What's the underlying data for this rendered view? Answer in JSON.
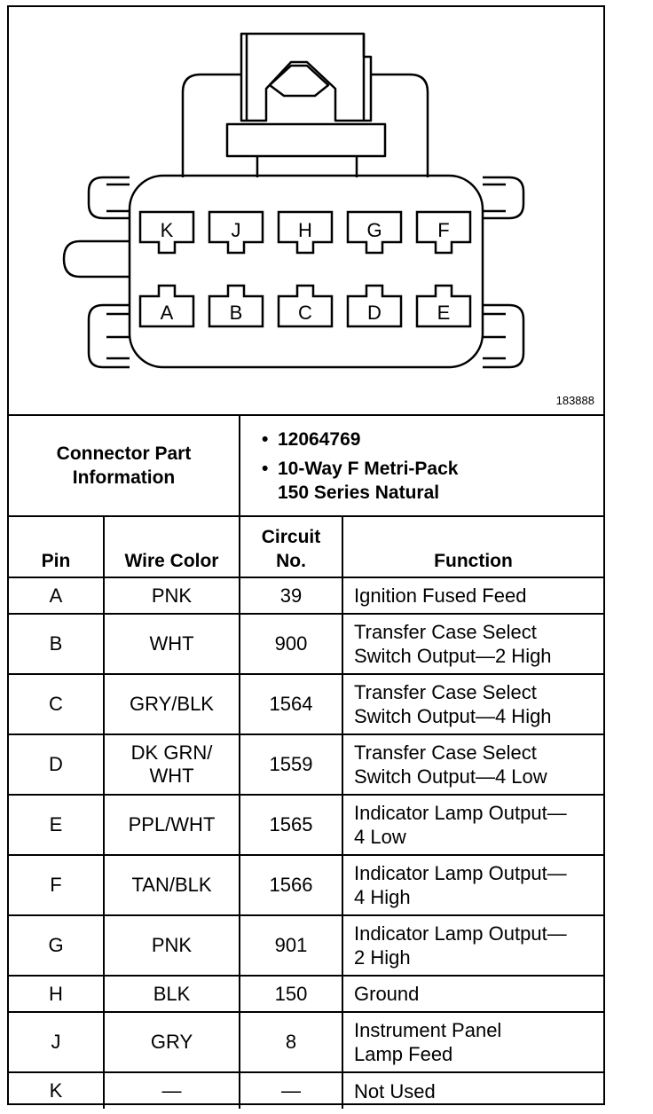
{
  "figure_id": "183888",
  "connector": {
    "top_row": [
      "K",
      "J",
      "H",
      "G",
      "F"
    ],
    "bottom_row": [
      "A",
      "B",
      "C",
      "D",
      "E"
    ]
  },
  "connector_info": {
    "label": "Connector Part Information",
    "part_number": "12064769",
    "description_line1": "10-Way F Metri-Pack",
    "description_line2": "150 Series Natural"
  },
  "headers": {
    "pin": "Pin",
    "wire_color": "Wire Color",
    "circuit_line1": "Circuit",
    "circuit_line2": "No.",
    "function": "Function"
  },
  "rows": [
    {
      "pin": "A",
      "wire_color": [
        "PNK"
      ],
      "circuit": "39",
      "function": [
        "Ignition Fused Feed"
      ]
    },
    {
      "pin": "B",
      "wire_color": [
        "WHT"
      ],
      "circuit": "900",
      "function": [
        "Transfer Case Select",
        "Switch Output—2 High"
      ]
    },
    {
      "pin": "C",
      "wire_color": [
        "GRY/BLK"
      ],
      "circuit": "1564",
      "function": [
        "Transfer Case Select",
        "Switch Output—4 High"
      ]
    },
    {
      "pin": "D",
      "wire_color": [
        "DK GRN/",
        "WHT"
      ],
      "circuit": "1559",
      "function": [
        "Transfer Case Select",
        "Switch Output—4 Low"
      ]
    },
    {
      "pin": "E",
      "wire_color": [
        "PPL/WHT"
      ],
      "circuit": "1565",
      "function": [
        "Indicator Lamp Output—",
        "4 Low"
      ]
    },
    {
      "pin": "F",
      "wire_color": [
        "TAN/BLK"
      ],
      "circuit": "1566",
      "function": [
        "Indicator Lamp Output—",
        "4 High"
      ]
    },
    {
      "pin": "G",
      "wire_color": [
        "PNK"
      ],
      "circuit": "901",
      "function": [
        "Indicator Lamp Output—",
        "2 High"
      ]
    },
    {
      "pin": "H",
      "wire_color": [
        "BLK"
      ],
      "circuit": "150",
      "function": [
        "Ground"
      ]
    },
    {
      "pin": "J",
      "wire_color": [
        "GRY"
      ],
      "circuit": "8",
      "function": [
        "Instrument Panel",
        "Lamp Feed"
      ]
    },
    {
      "pin": "K",
      "wire_color": [
        "—"
      ],
      "circuit": "—",
      "function": [
        "Not Used"
      ]
    }
  ]
}
